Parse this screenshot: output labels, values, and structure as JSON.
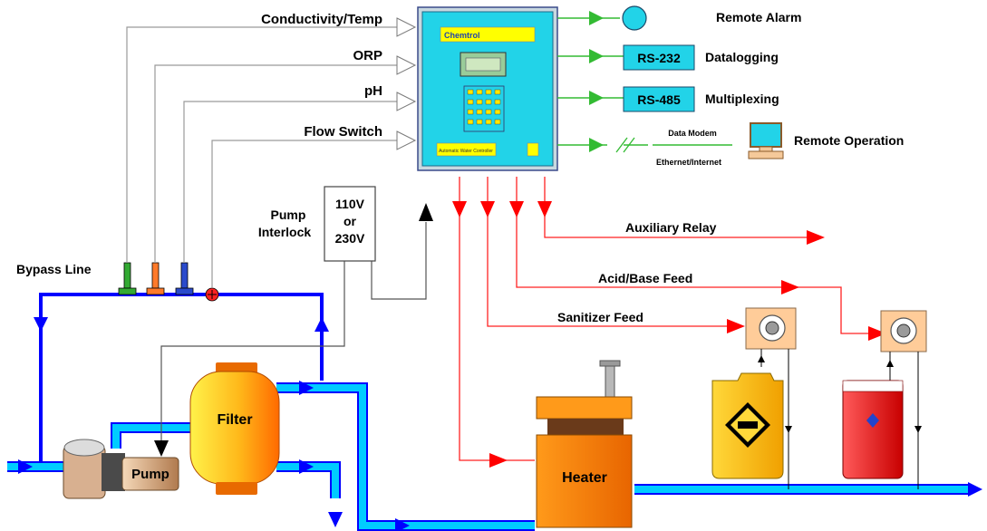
{
  "controller": {
    "brand": "Chemtrol",
    "subtitle": "Automatic Water Controller"
  },
  "inputs": {
    "conductivity": "Conductivity/Temp",
    "orp": "ORP",
    "ph": "pH",
    "flow_switch": "Flow Switch"
  },
  "outputs": {
    "remote_alarm": "Remote Alarm",
    "rs232_box": "RS-232",
    "datalogging": "Datalogging",
    "rs485_box": "RS-485",
    "multiplexing": "Multiplexing",
    "data_modem": "Data Modem",
    "ethernet": "Ethernet/Internet",
    "remote_operation": "Remote Operation"
  },
  "relays": {
    "auxiliary": "Auxiliary Relay",
    "acid_base": "Acid/Base Feed",
    "sanitizer": "Sanitizer Feed"
  },
  "power": {
    "voltage_line1": "110V",
    "voltage_line2": "or",
    "voltage_line3": "230V",
    "interlock_line1": "Pump",
    "interlock_line2": "Interlock"
  },
  "plumbing": {
    "bypass": "Bypass Line",
    "filter": "Filter",
    "pump": "Pump",
    "heater": "Heater"
  },
  "colors": {
    "water": "#00ccff",
    "sensor_line": "#0000ff",
    "relay": "#ff0000",
    "signal": "#33bb33",
    "controller_face": "#22d3e8",
    "feeder_box": "#ffcc99"
  }
}
